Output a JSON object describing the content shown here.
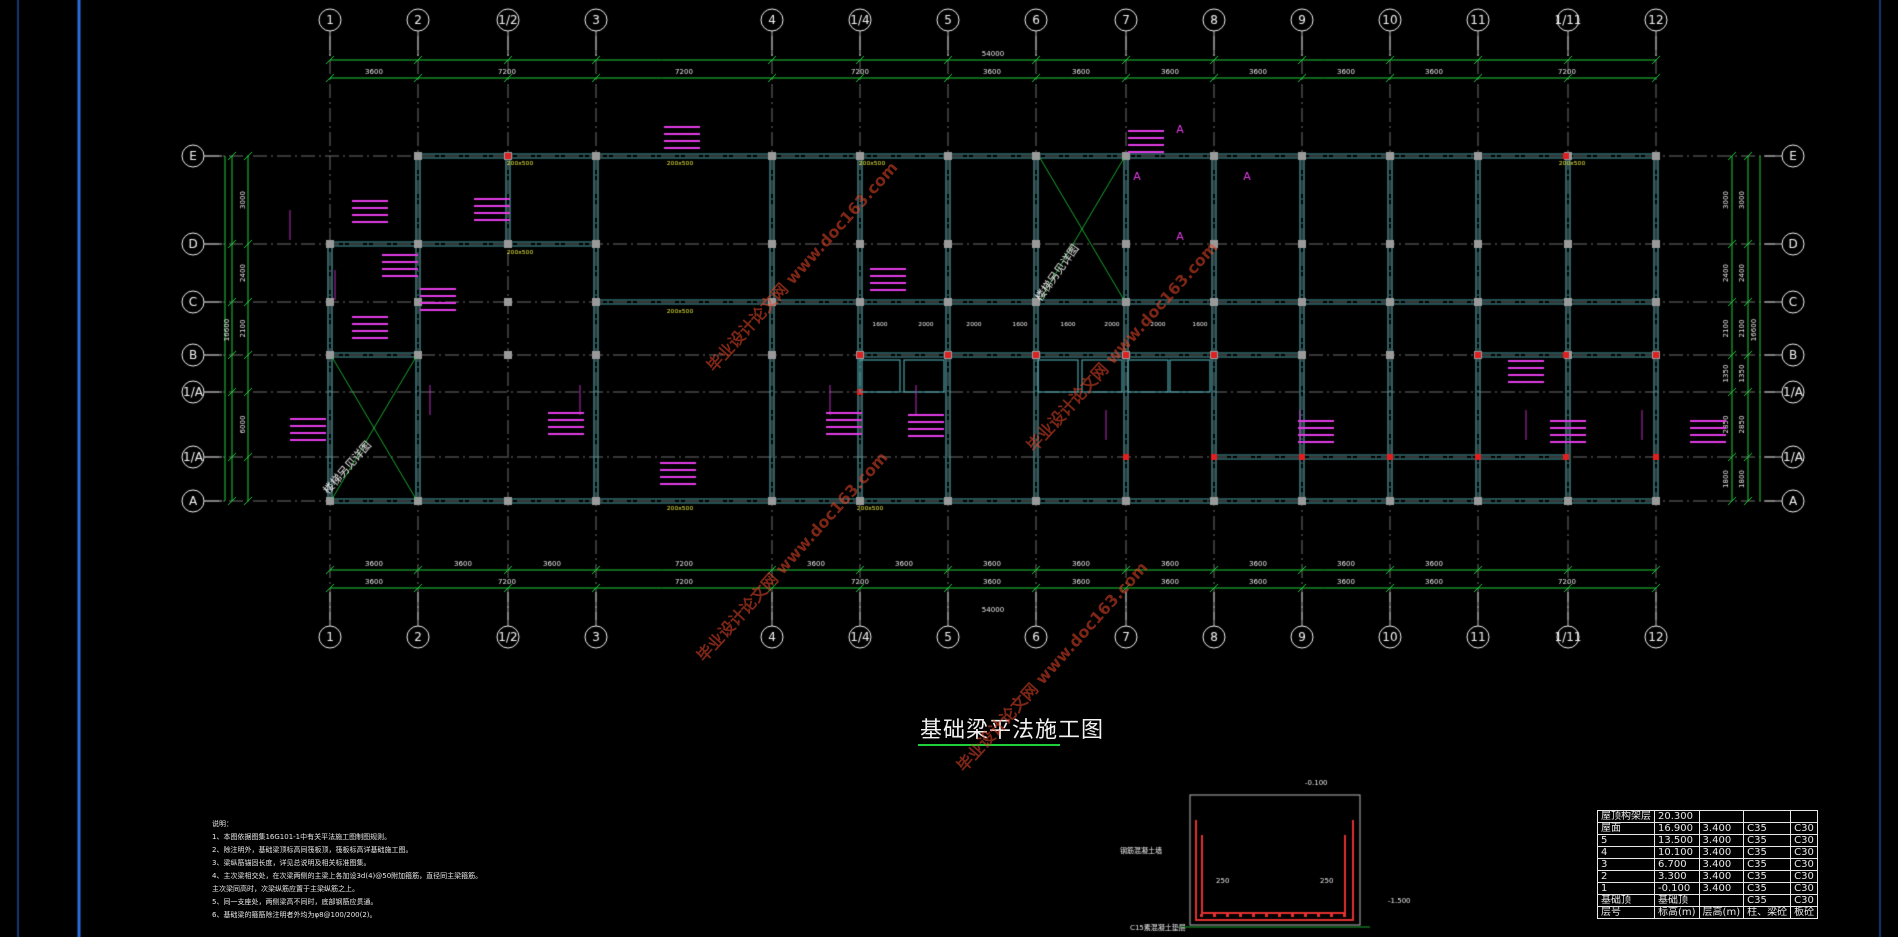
{
  "drawing": {
    "title": "基础梁平法施工图",
    "columns_top": [
      "1",
      "2",
      "1/2",
      "3",
      "4",
      "1/4",
      "5",
      "6",
      "7",
      "8",
      "9",
      "10",
      "11",
      "1/11",
      "12"
    ],
    "columns_bottom": [
      "1",
      "2",
      "1/2",
      "3",
      "4",
      "1/4",
      "5",
      "6",
      "7",
      "8",
      "9",
      "10",
      "11",
      "1/11",
      "12"
    ],
    "rows": [
      "E",
      "D",
      "C",
      "B",
      "1/A",
      "1/A",
      "A"
    ],
    "total_dimension": "54000",
    "top_dims_outer": [
      "3600",
      "7200",
      "7200",
      "7200",
      "3600",
      "3600",
      "3600",
      "3600",
      "3600",
      "3600",
      "7200"
    ],
    "bottom_dims_1": [
      "3600",
      "3600",
      "3600",
      "7200",
      "3600",
      "3600",
      "3600",
      "3600",
      "3600",
      "3600",
      "3600",
      "3600"
    ],
    "bottom_dims_2": [
      "3600",
      "7200",
      "7200",
      "7200",
      "3600",
      "3600",
      "3600",
      "3600",
      "3600",
      "3600",
      "7200"
    ],
    "left_dims_1": [
      "3000",
      "2400",
      "2100",
      "",
      "6000"
    ],
    "left_dims_total": "16600",
    "right_dims_1": [
      "3000",
      "2400",
      "2100",
      "1350",
      "2850",
      "1800"
    ],
    "right_dims_total": "16600",
    "stair_labels": [
      "楼梯另见详图",
      "楼梯另见详图"
    ],
    "section_labels": [
      "A",
      "A",
      "A",
      "A"
    ],
    "beam_size_labels": [
      "200x500",
      "200x500",
      "200x500",
      "200x500",
      "200x500",
      "200x500",
      "200x500",
      "200x500"
    ],
    "inner_dims": [
      "1600",
      "2000",
      "2000",
      "1600",
      "1600",
      "2000",
      "2000",
      "1600"
    ]
  },
  "notes": {
    "heading": "说明：",
    "lines": [
      "1、本图依据图集16G101-1中有关平法施工图制图规则。",
      "2、除注明外，基础梁顶标高同筏板顶，筏板标高详基础施工图。",
      "3、梁纵筋锚固长度，详见总说明及相关标准图集。",
      "4、主次梁相交处，在次梁两侧的主梁上各加设3d(4)@50附加箍筋，直径同主梁箍筋。",
      "   主次梁同高时，次梁纵筋应置于主梁纵筋之上。",
      "5、同一支座处，两侧梁高不同时，底部钢筋应贯通。",
      "6、基础梁的箍筋除注明者外均为φ8@100/200(2)。"
    ]
  },
  "section_detail": {
    "labels": [
      "-0.100",
      "-1.500",
      "250",
      "250",
      "钢筋混凝土墙",
      "C15素混凝土垫层"
    ]
  },
  "floor_table": {
    "header": [
      "屋顶构架层",
      "20.300"
    ],
    "rows": [
      [
        "屋面",
        "16.900",
        "3.400",
        "C35",
        "C30"
      ],
      [
        "5",
        "13.500",
        "3.400",
        "C35",
        "C30"
      ],
      [
        "4",
        "10.100",
        "3.400",
        "C35",
        "C30"
      ],
      [
        "3",
        "6.700",
        "3.400",
        "C35",
        "C30"
      ],
      [
        "2",
        "3.300",
        "3.400",
        "C35",
        "C30"
      ],
      [
        "1",
        "-0.100",
        "3.400",
        "C35",
        "C30"
      ],
      [
        "基础顶",
        "基础顶",
        "",
        "C35",
        "C30"
      ]
    ],
    "footer": [
      "层号",
      "标高(m)",
      "层高(m)",
      "柱、梁砼",
      "板砼"
    ]
  },
  "watermark": {
    "lines": [
      "毕业设计论文网",
      "www.doc163.com"
    ]
  },
  "colors": {
    "background": "#000000",
    "axis": "#1fcf3a",
    "beam": "#4a9fa6",
    "column": "#9a9a9a",
    "annotation": "#e23be6",
    "text": "#e8e8e8",
    "bubble": "#f0f0f0",
    "yellow_text": "#e6e63a"
  }
}
